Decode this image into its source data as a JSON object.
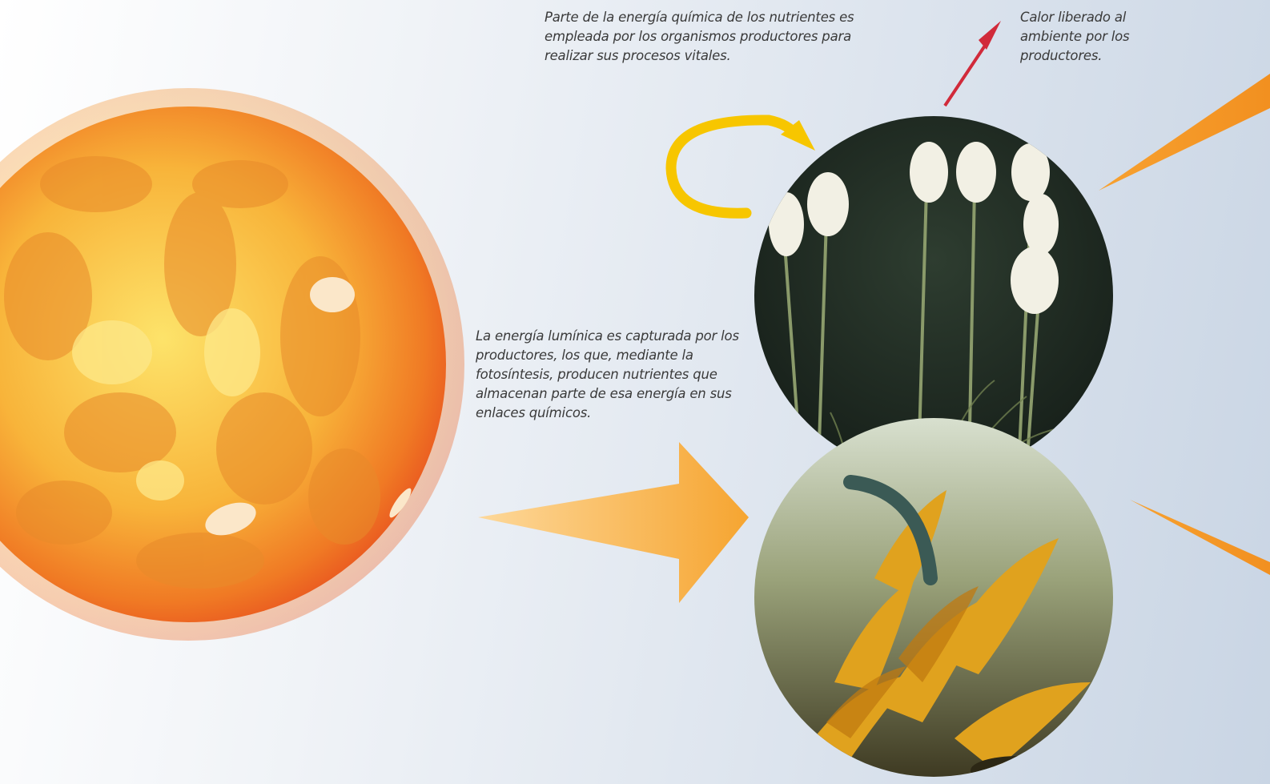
{
  "captions": {
    "chemical_energy": "Parte de la energía química de los nutrientes es empleada por los organismos productores para realizar sus procesos vitales.",
    "heat_release": "Calor liberado al ambiente por los productores.",
    "light_energy": "La energía lumínica es capturada por los productores, los que, mediante la fotosíntesis, producen nutrientes que almacenan parte de esa energía en sus enlaces químicos."
  },
  "colors": {
    "sun_core": "#fde36a",
    "sun_edge": "#e8501f",
    "light_arrow": "#f6a531",
    "cycle_arrow": "#f7c600",
    "heat_arrow": "#d12a3a",
    "caption_text": "#3a3a3a"
  },
  "icons": {
    "sun": "sun-illustration",
    "light_arrow": "arrow-right",
    "cycle_arrow": "curved-arrow",
    "heat_arrow": "arrow-up-right"
  }
}
